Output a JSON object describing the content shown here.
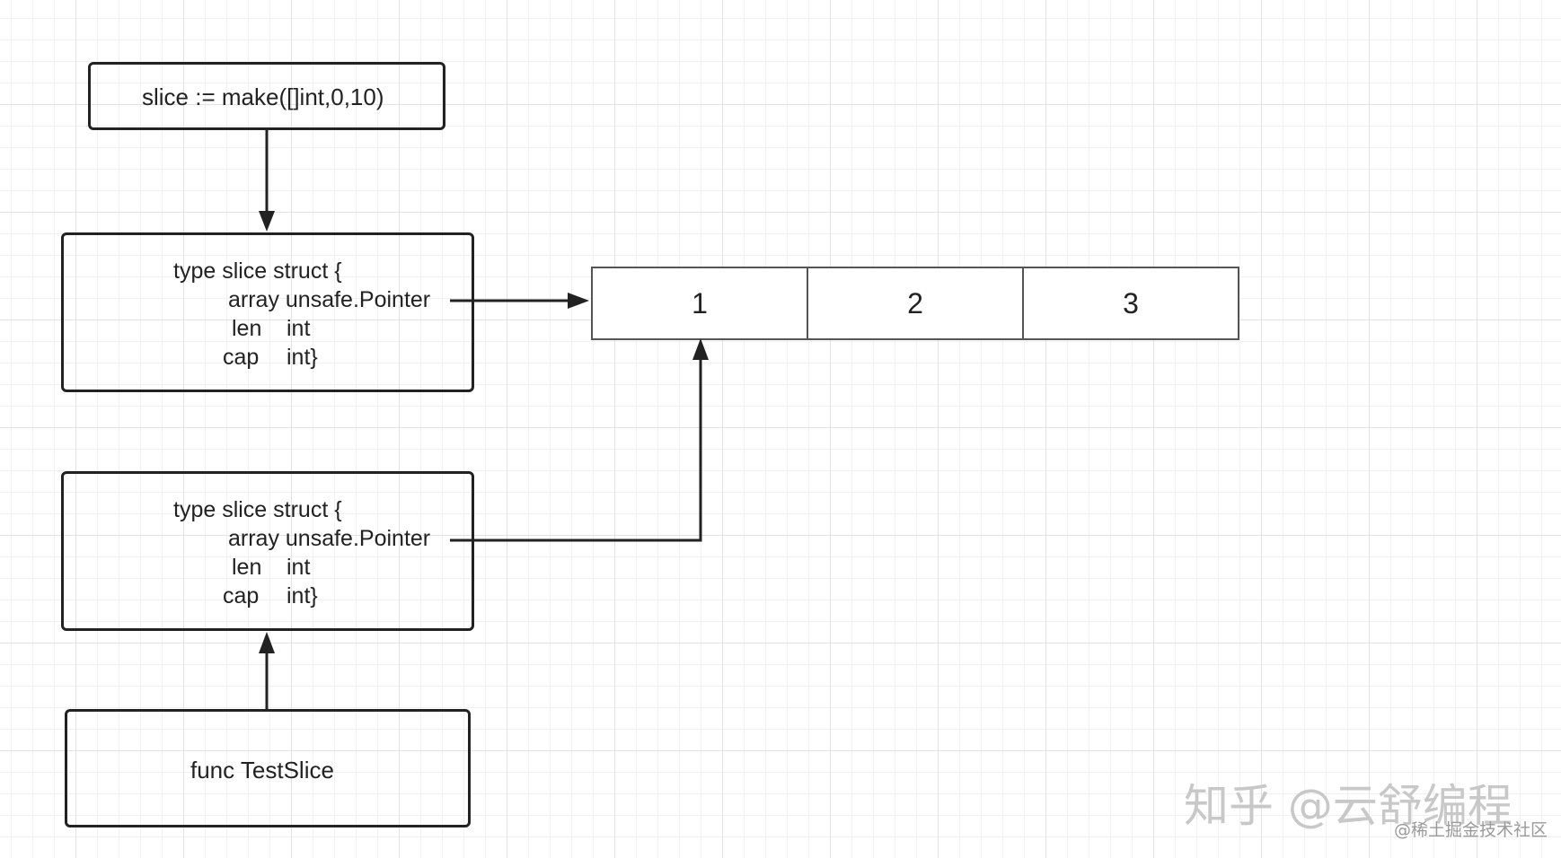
{
  "make_box": {
    "text": "slice := make([]int,0,10)"
  },
  "struct_boxes": [
    {
      "line1": "type slice struct {",
      "field_array": "array unsafe.Pointer",
      "len_key": "len",
      "len_type": "int",
      "cap_key": "cap",
      "cap_type": "int}"
    },
    {
      "line1": "type slice struct {",
      "field_array": "array unsafe.Pointer",
      "len_key": "len",
      "len_type": "int",
      "cap_key": "cap",
      "cap_type": "int}"
    }
  ],
  "func_box": {
    "text": "func TestSlice"
  },
  "array_cells": [
    "1",
    "2",
    "3"
  ],
  "watermark": {
    "main": "知乎 @云舒编程",
    "sub": "@稀土掘金技术社区"
  },
  "colors": {
    "stroke": "#222222",
    "cell_border": "#555555",
    "grid_major": "#e3e3e3",
    "grid_minor": "#f1f1f1",
    "watermark": "#c8c8c8"
  }
}
